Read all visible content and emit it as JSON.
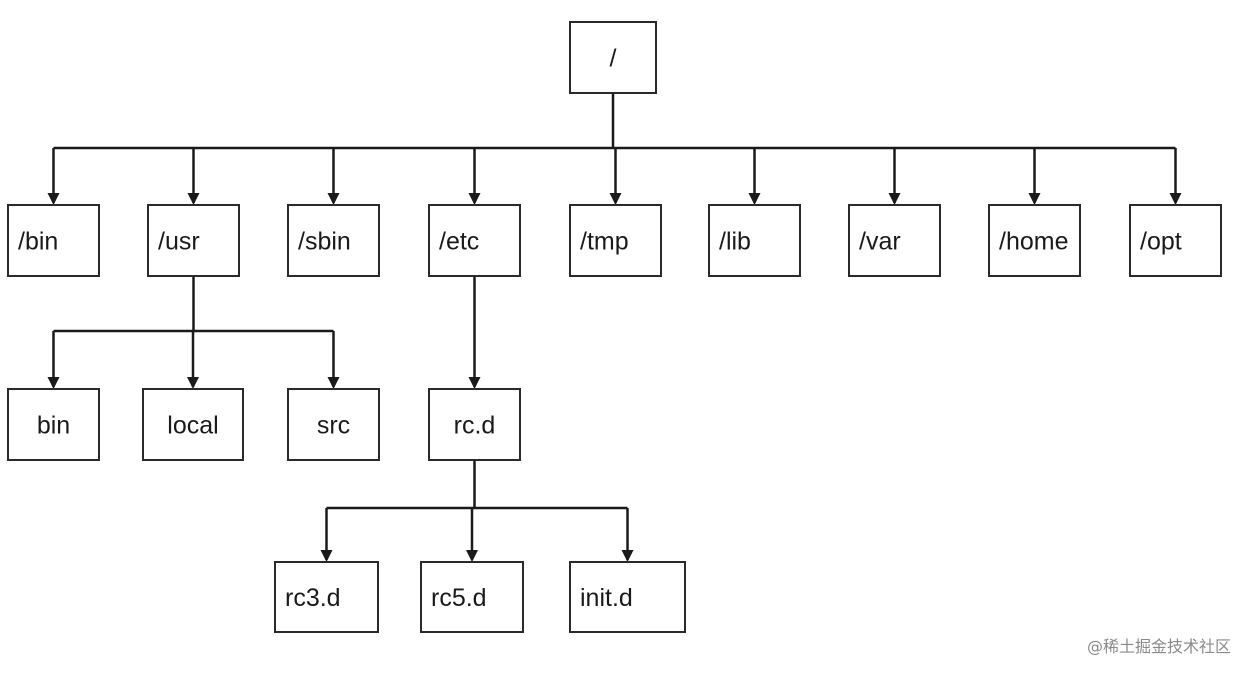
{
  "tree": {
    "root": "/",
    "top_level": [
      "/bin",
      "/usr",
      "/sbin",
      "/etc",
      "/tmp",
      "/lib",
      "/var",
      "/home",
      "/opt"
    ],
    "usr_children": [
      "bin",
      "local",
      "src"
    ],
    "etc_children": [
      "rc.d"
    ],
    "rcd_children": [
      "rc3.d",
      "rc5.d",
      "init.d"
    ]
  },
  "watermark": "@稀土掘金技术社区"
}
